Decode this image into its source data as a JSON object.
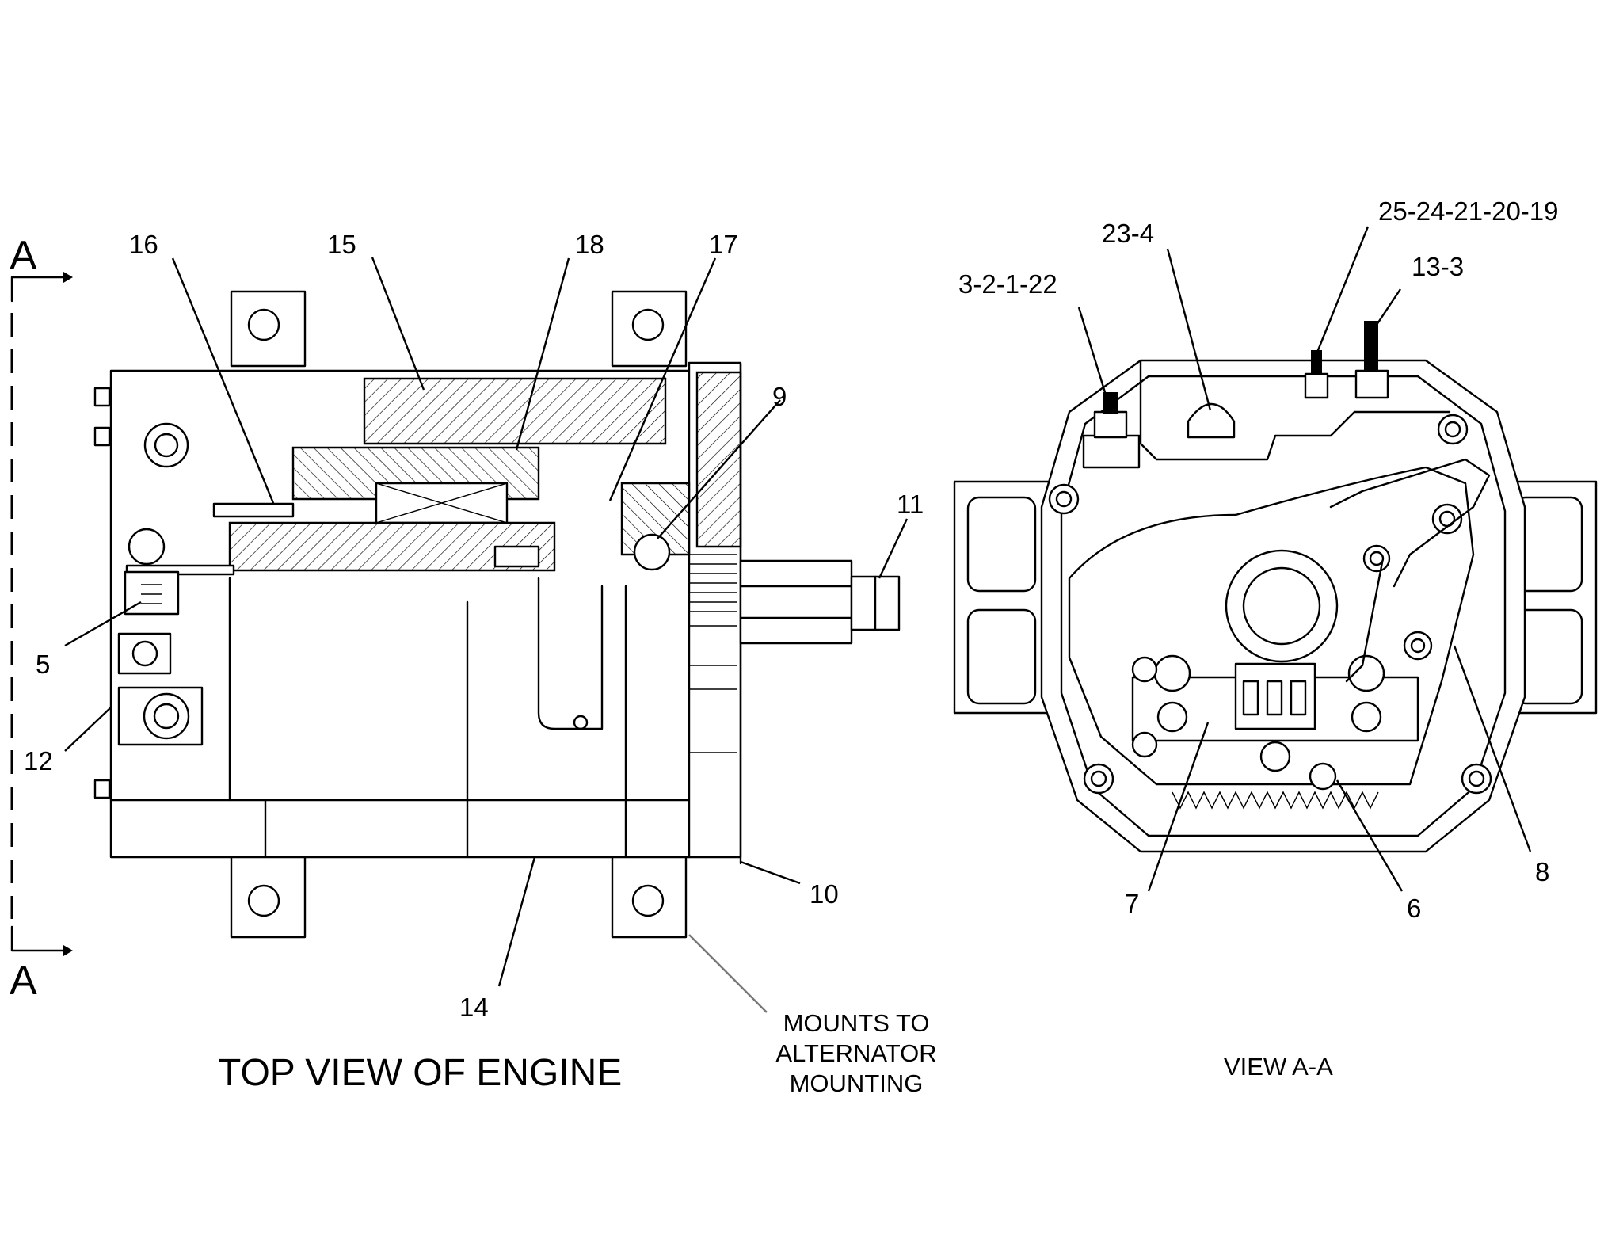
{
  "section_marker": {
    "top_letter": "A",
    "bottom_letter": "A"
  },
  "left_view": {
    "caption": "TOP VIEW OF ENGINE",
    "note_lines": [
      "MOUNTS TO",
      "ALTERNATOR",
      "MOUNTING"
    ],
    "callouts": [
      "16",
      "15",
      "18",
      "17",
      "9",
      "11",
      "5",
      "12",
      "10",
      "14"
    ]
  },
  "right_view": {
    "caption": "VIEW A-A",
    "callouts": [
      "3-2-1-22",
      "23-4",
      "25-24-21-20-19",
      "13-3",
      "7",
      "6",
      "8"
    ]
  }
}
